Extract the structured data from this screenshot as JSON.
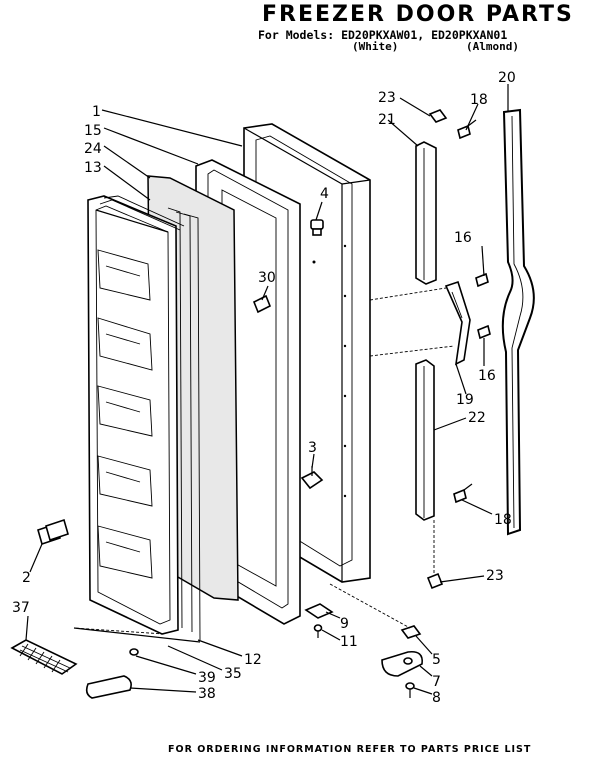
{
  "header": {
    "title": "FREEZER DOOR PARTS",
    "models_line": "For Models: ED20PKXAW01, ED20PKXAN01",
    "variant_white": "(White)",
    "variant_almond": "(Almond)"
  },
  "footer": {
    "text": "FOR ORDERING INFORMATION REFER TO PARTS PRICE LIST"
  },
  "callouts": {
    "c1": "1",
    "c15": "15",
    "c24": "24",
    "c13": "13",
    "c4": "4",
    "c30": "30",
    "c3": "3",
    "c2": "2",
    "c37": "37",
    "c39": "39",
    "c38": "38",
    "c35": "35",
    "c12": "12",
    "c9": "9",
    "c11": "11",
    "c5": "5",
    "c7": "7",
    "c8": "8",
    "c23a": "23",
    "c18a": "18",
    "c21": "21",
    "c20": "20",
    "c16a": "16",
    "c16b": "16",
    "c19": "19",
    "c22": "22",
    "c18b": "18",
    "c23b": "23"
  }
}
